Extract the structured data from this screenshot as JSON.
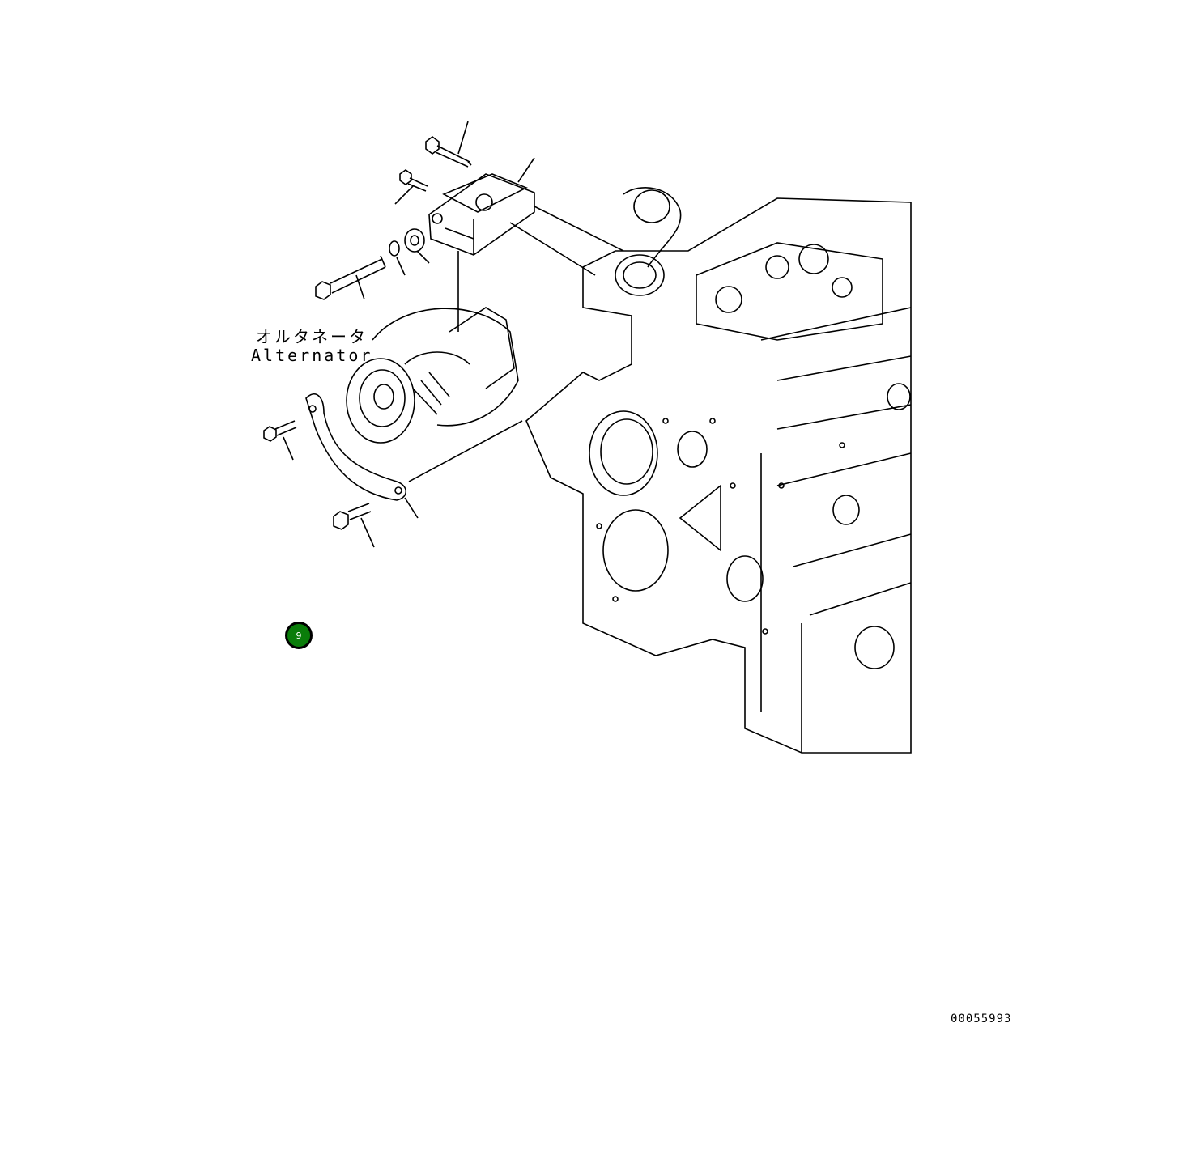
{
  "diagram": {
    "part_label_jp": "オルタネータ",
    "part_label_en": "Alternator",
    "drawing_number": "00055993",
    "callouts": [
      {
        "number": "9",
        "color": "#0a7d0a"
      }
    ]
  }
}
